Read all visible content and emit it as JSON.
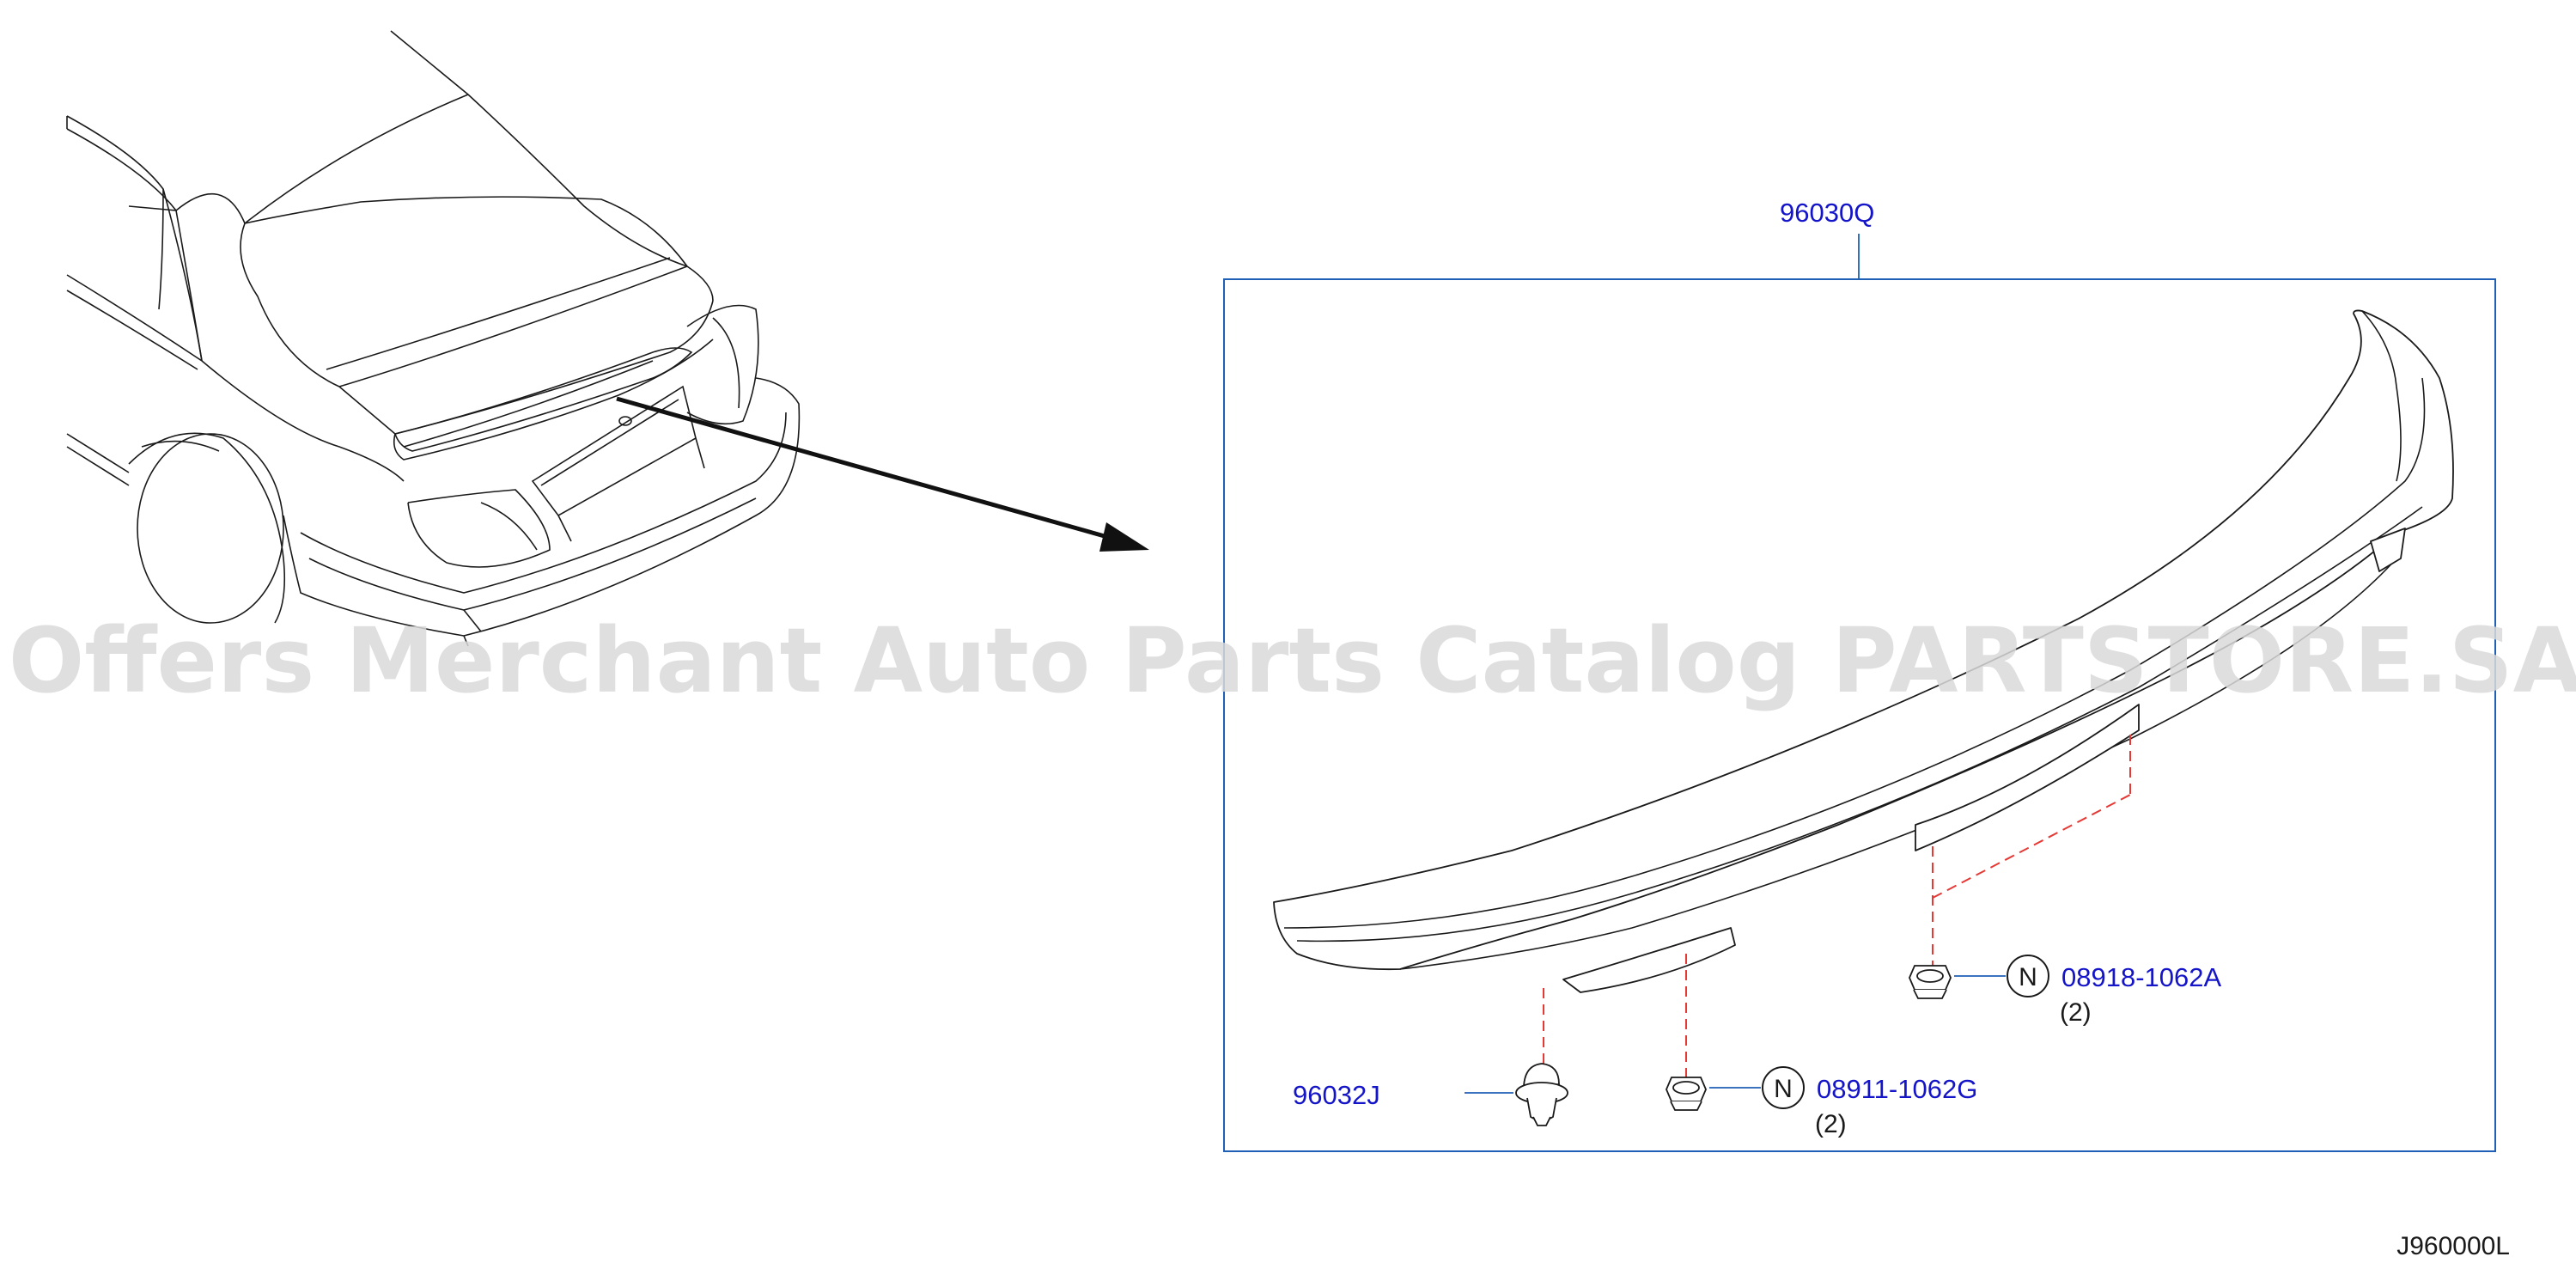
{
  "diagram": {
    "watermark": "Offers Merchant Auto Parts Catalog PARTSTORE.SA",
    "reference_code": "J960000L",
    "colors": {
      "part_number": "#1414c8",
      "leader_line": "#1f5fb5",
      "box_outline": "#1f5fb5",
      "hidden_line": "#e53935",
      "watermark": "#d9d9d9",
      "line_art": "#1a1a1a"
    },
    "assembly": {
      "part_number": "96030Q"
    },
    "parts": [
      {
        "part_number": "96032J",
        "quantity": "",
        "note_symbol": ""
      },
      {
        "part_number": "08911-1062G",
        "quantity": "(2)",
        "note_symbol": "N"
      },
      {
        "part_number": "08918-1062A",
        "quantity": "(2)",
        "note_symbol": "N"
      }
    ]
  }
}
